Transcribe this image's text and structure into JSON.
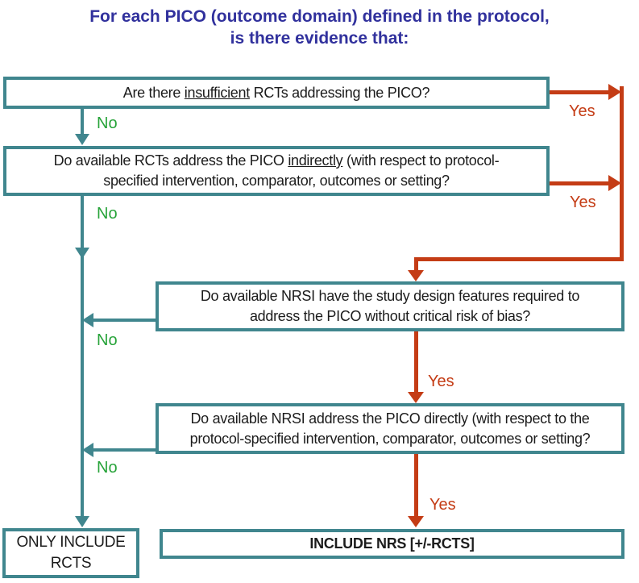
{
  "title": {
    "line1": "For each PICO (outcome domain) defined in the protocol,",
    "line2": "is there evidence that:"
  },
  "boxes": {
    "insufficient_rcts": {
      "prefix": "Are there ",
      "underlined": "insufficient",
      "suffix": " RCTs addressing the PICO?"
    },
    "rcts_indirect": {
      "line1_prefix": "Do available RCTs address the PICO ",
      "line1_underlined": "indirectly",
      "line1_suffix": " (with respect to protocol-",
      "line2": "specified intervention, comparator, outcomes or setting?"
    },
    "nrsi_design": {
      "line1": "Do available NRSI have the study design features required to",
      "line2": "address the PICO without critical risk of bias?"
    },
    "nrsi_direct": {
      "line1": "Do available NRSI address the PICO directly (with respect to the",
      "line2": "protocol-specified intervention, comparator, outcomes or setting?"
    },
    "only_rcts": {
      "line1": "ONLY INCLUDE",
      "line2": "RCTS"
    },
    "include_nrs": {
      "label": "INCLUDE NRS [+/-RCTS]"
    }
  },
  "labels": {
    "yes": "Yes",
    "no": "No"
  },
  "colors": {
    "teal": "#40868e",
    "red": "#c43c15",
    "green": "#27a339",
    "title_blue": "#31319d",
    "text": "#1c1c1c"
  }
}
